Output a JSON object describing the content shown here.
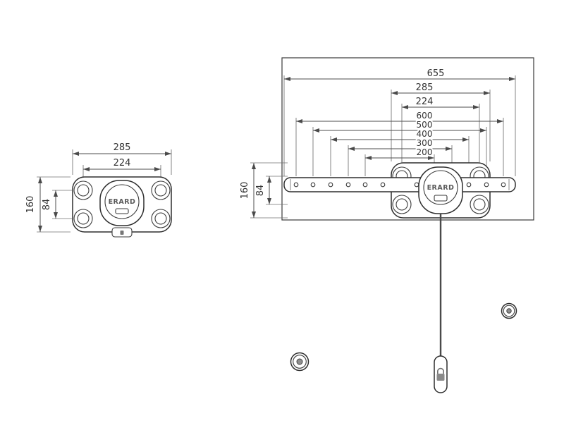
{
  "drawing": {
    "brand": "ERARD",
    "front_view": {
      "dims": {
        "width_outer": "285",
        "width_inner": "224",
        "height_outer": "160",
        "height_inner": "84"
      }
    },
    "side_view": {
      "dims": {
        "bar_length": "655",
        "plate_width": "285",
        "hole_spacing": "224",
        "vesa_widths": [
          "600",
          "500",
          "400",
          "300",
          "200"
        ],
        "height_outer": "160",
        "height_inner": "84"
      }
    }
  }
}
